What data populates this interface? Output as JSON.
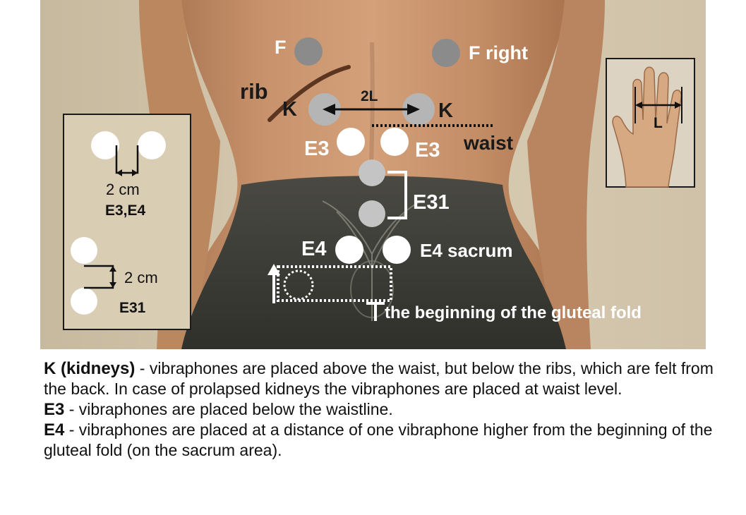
{
  "diagram": {
    "labels": {
      "f_left": "F",
      "f_right": "F right",
      "rib": "rib",
      "k_left": "K",
      "k_right": "K",
      "distance_2l": "2L",
      "waist": "waist",
      "e3_left": "E3",
      "e3_right": "E3",
      "e31": "E31",
      "e4_left": "E4",
      "e4_right": "E4 sacrum",
      "gluteal_fold": "the beginning of the gluteal fold"
    },
    "inset_spacing": {
      "top_distance": "2 cm",
      "top_label": "E3,E4",
      "bottom_distance": "2 cm",
      "bottom_label": "E31"
    },
    "inset_hand": {
      "label": "L"
    }
  },
  "caption": {
    "k_term": "K (kidneys)",
    "k_text": " - vibraphones are placed above the waist, but below the ribs, which are felt from the back. In case of prolapsed kidneys the vibraphones are placed at waist level.",
    "e3_term": "E3",
    "e3_text": " - vibraphones are placed below the waistline.",
    "e4_term": "E4",
    "e4_text": " - vibraphones are placed at a distance of one vibraphone higher from the beginning of the gluteal fold (on the sacrum area)."
  }
}
